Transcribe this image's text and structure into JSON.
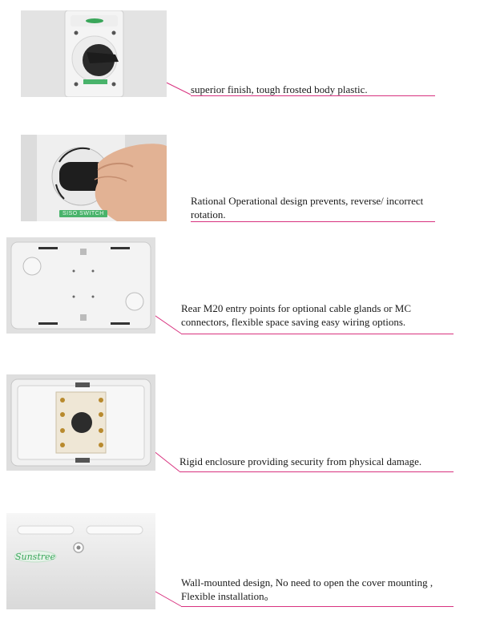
{
  "features": [
    {
      "caption_lines": [
        "superior finish, tough frosted body plastic."
      ]
    },
    {
      "caption_lines": [
        "Rational Operational design prevents, reverse/ incorrect",
        "rotation."
      ]
    },
    {
      "caption_lines": [
        "Rear M20 entry points for optional cable glands or MC",
        "connectors, flexible space saving easy wiring options."
      ]
    },
    {
      "caption_lines": [
        "Rigid enclosure providing security from physical damage."
      ]
    },
    {
      "caption_lines": [
        "Wall-mounted design, No need to open the cover mounting ,",
        "Flexible installation。"
      ]
    }
  ],
  "photo_labels": {
    "siso_switch": "SISO SWITCH",
    "brand_logo": "Sunstree"
  },
  "colors": {
    "leader_line": "#d8327f",
    "device_green": "#49b36b"
  }
}
